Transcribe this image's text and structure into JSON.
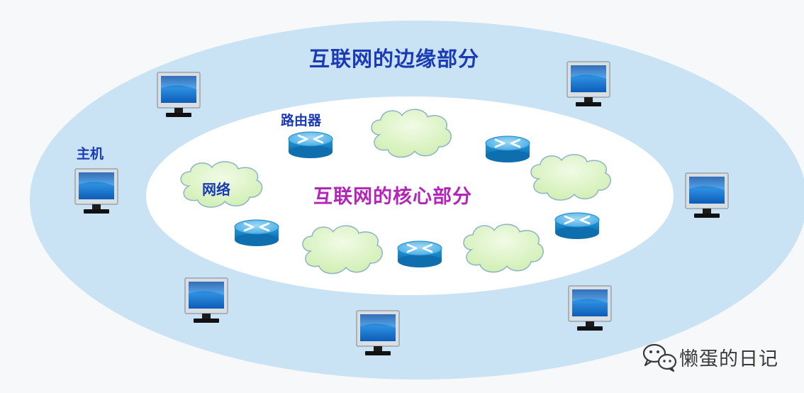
{
  "diagram": {
    "edge_title": "互联网的边缘部分",
    "core_title": "互联网的核心部分",
    "host_label": "主机",
    "router_label": "路由器",
    "network_label": "网络",
    "watermark": "懒蛋的日记",
    "colors": {
      "background": "#f7f8f9",
      "edge_region": "#c9e3f5",
      "core_region": "#ffffff",
      "cloud_fill": "#dcf3c3",
      "cloud_stroke": "#8fb4c9",
      "router_body": "#1d8fd0",
      "router_top": "#6ec1ec",
      "edge_title": "#1a3bb5",
      "core_title": "#b325b8"
    },
    "icons": [
      "computer-icon",
      "router-icon",
      "network-cloud-icon",
      "wechat-icon"
    ]
  }
}
